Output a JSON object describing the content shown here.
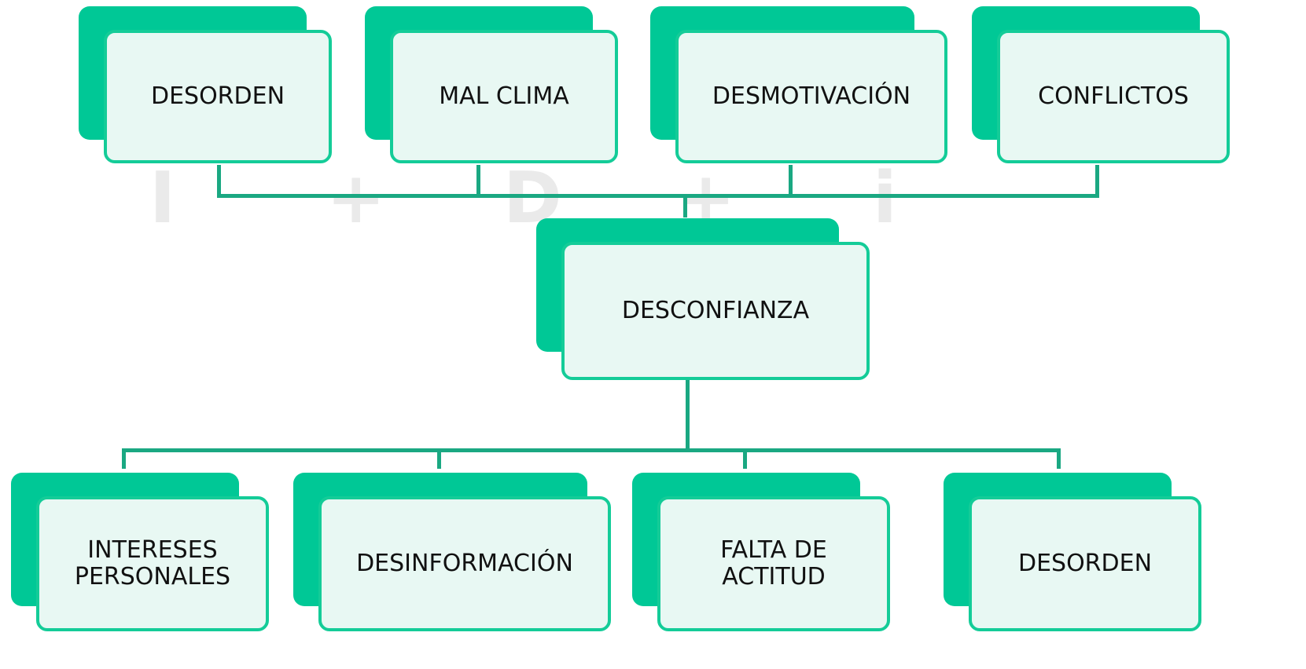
{
  "diagram": {
    "top_row": [
      {
        "label": "DESORDEN"
      },
      {
        "label": "MAL CLIMA"
      },
      {
        "label": "DESMOTIVACIÓN"
      },
      {
        "label": "CONFLICTOS"
      }
    ],
    "center": {
      "label": "DESCONFIANZA"
    },
    "bottom_row": [
      {
        "label": "INTERESES\nPERSONALES"
      },
      {
        "label": "DESINFORMACIÓN"
      },
      {
        "label": "FALTA DE\nACTITUD"
      },
      {
        "label": "DESORDEN"
      }
    ]
  },
  "colors": {
    "node_back": "#00c896",
    "node_front": "#e8f8f3",
    "node_border": "#14cc98",
    "connector": "#1aa882"
  }
}
